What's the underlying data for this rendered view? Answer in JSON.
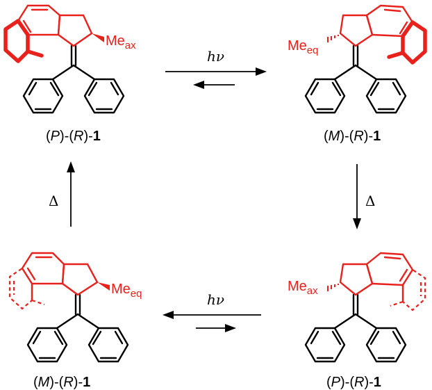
{
  "scheme": {
    "molecules": [
      {
        "id": "top-left",
        "label_parts": [
          "(",
          "P",
          ")-(",
          "R",
          ")-",
          "1"
        ],
        "substituent_main": "Me",
        "substituent_sub": "ax"
      },
      {
        "id": "top-right",
        "label_parts": [
          "(",
          "M",
          ")-(",
          "R",
          ")-",
          "1"
        ],
        "substituent_main": "Me",
        "substituent_sub": "eq"
      },
      {
        "id": "bottom-left",
        "label_parts": [
          "(",
          "M",
          ")-(",
          "R",
          ")-",
          "1"
        ],
        "substituent_main": "Me",
        "substituent_sub": "eq"
      },
      {
        "id": "bottom-right",
        "label_parts": [
          "(",
          "P",
          ")-(",
          "R",
          ")-",
          "1"
        ],
        "substituent_main": "Me",
        "substituent_sub": "ax"
      }
    ],
    "arrows": {
      "top_condition": "hν",
      "bottom_condition": "hν",
      "left_condition": "Δ",
      "right_condition": "Δ"
    },
    "colors": {
      "highlight": "#e8211c",
      "structure": "#000000"
    }
  }
}
